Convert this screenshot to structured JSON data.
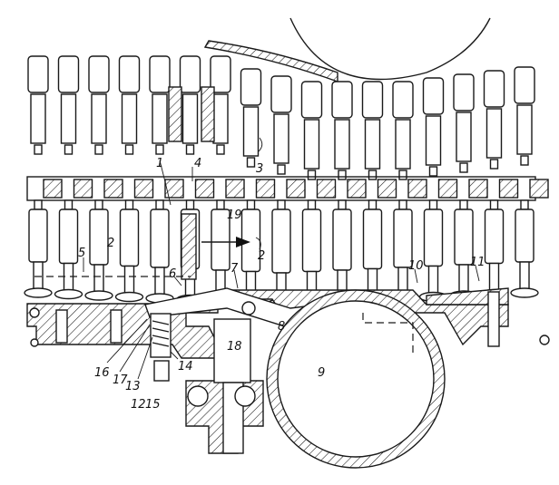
{
  "figure": {
    "labels": {
      "l1": "1",
      "l2a": "2",
      "l2b": "2",
      "l3": "3",
      "l4": "4",
      "l5": "5",
      "l6": "6",
      "l7": "7",
      "l8": "8",
      "l9": "9",
      "l10": "10",
      "l11": "11",
      "l12": "12",
      "l13": "13",
      "l14": "14",
      "l15": "15",
      "l16": "16",
      "l17": "17",
      "l18": "18",
      "l19": "19"
    }
  }
}
